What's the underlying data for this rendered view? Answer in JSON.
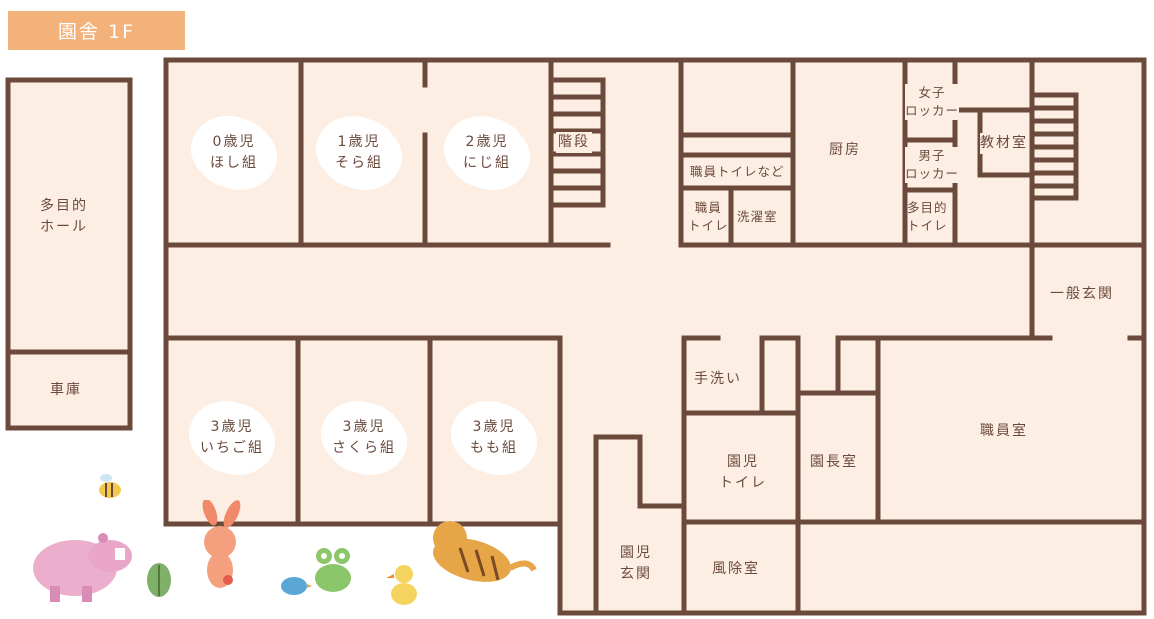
{
  "header": {
    "title": "園舎 1F"
  },
  "colors": {
    "wall": "#6b4a3c",
    "floor": "#fdeee3",
    "tag": "#f3b27a"
  },
  "rooms": {
    "multipurpose_hall": [
      "多目的",
      "ホール"
    ],
    "garage": "車庫",
    "class_0": [
      "0歳児",
      "ほし組"
    ],
    "class_1": [
      "1歳児",
      "そら組"
    ],
    "class_2": [
      "2歳児",
      "にじ組"
    ],
    "stairs": "階段",
    "staff_toilet_etc": "職員トイレなど",
    "staff_toilet": [
      "職員",
      "トイレ"
    ],
    "laundry": "洗濯室",
    "kitchen": "厨房",
    "girls_locker": [
      "女子",
      "ロッカー"
    ],
    "boys_locker": [
      "男子",
      "ロッカー"
    ],
    "multi_toilet": [
      "多目的",
      "トイレ"
    ],
    "materials": "教材室",
    "main_entrance": "一般玄関",
    "class_3a": [
      "3歳児",
      "いちご組"
    ],
    "class_3b": [
      "3歳児",
      "さくら組"
    ],
    "class_3c": [
      "3歳児",
      "もも組"
    ],
    "handwash": "手洗い",
    "child_toilet": [
      "園児",
      "トイレ"
    ],
    "director": "園長室",
    "staff_room": "職員室",
    "child_entrance": [
      "園児",
      "玄関"
    ],
    "windbreak": "風除室"
  },
  "decorations": [
    "hippo-illustration",
    "bee-illustration",
    "rabbit-illustration",
    "leaf-illustration",
    "bird-illustration",
    "frog-illustration",
    "duck-illustration",
    "tiger-illustration"
  ]
}
